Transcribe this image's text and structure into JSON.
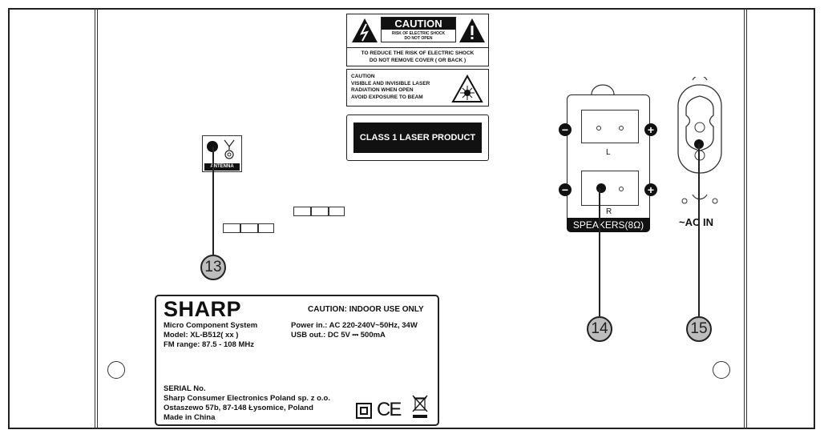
{
  "caution_label": {
    "header": "CAUTION",
    "sub1": "RISK OF ELECTRIC SHOCK",
    "sub2": "DO NOT OPEN",
    "line1": "TO REDUCE THE RISK OF ELECTRIC SHOCK",
    "line2": "DO NOT REMOVE COVER ( OR BACK )"
  },
  "laser_label": {
    "l1": "CAUTION",
    "l2": "VISIBLE AND INVISIBLE LASER",
    "l3": "RADIATION WHEN OPEN",
    "l4": "AVOID EXPOSURE TO BEAM"
  },
  "class_label": "CLASS 1 LASER PRODUCT",
  "antenna_label": "ANTENNA",
  "speakers": {
    "left_label": "L",
    "right_label": "R",
    "title": "SPEAKERS(8Ω)",
    "minus": "−",
    "plus": "+"
  },
  "ac_label": "~AC IN",
  "callouts": [
    "13",
    "14",
    "15"
  ],
  "rating_plate": {
    "brand": "SHARP",
    "caution": "CAUTION: INDOOR USE ONLY",
    "product": "Micro Component System",
    "model": "Model: XL-B512( xx )",
    "fm": "FM range: 87.5 - 108 MHz",
    "power": "Power in.: AC 220-240V~50Hz, 34W",
    "usb": "USB out.: DC 5V ⎓ 500mA",
    "serial": "SERIAL No.",
    "company": "Sharp Consumer Electronics Poland sp. z o.o.",
    "address": "Ostaszewo 57b, 87-148 Łysomice, Poland",
    "origin": "Made in China",
    "ce": "CE"
  }
}
